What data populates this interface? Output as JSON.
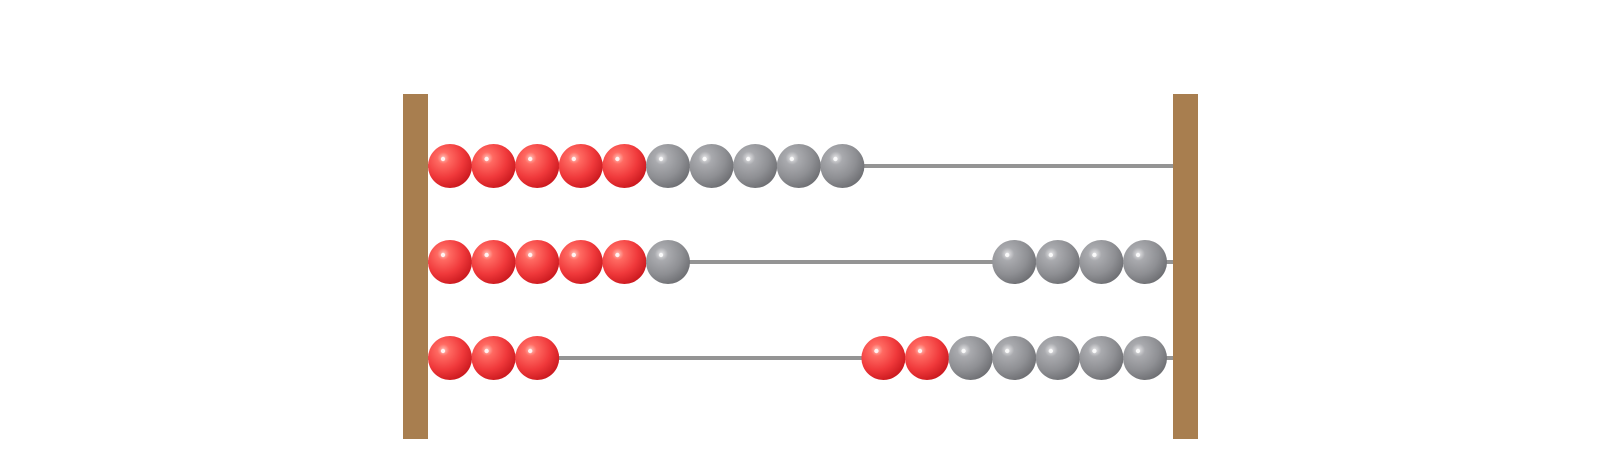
{
  "colors": {
    "frame": "#A87E4F",
    "rod": "#949494",
    "bead_red": "#F0393B",
    "bead_gray": "#8E8F93",
    "background": "#FFFFFF"
  },
  "abacus": {
    "rows": [
      {
        "left_beads": [
          "red",
          "red",
          "red",
          "red",
          "red",
          "gray",
          "gray",
          "gray",
          "gray",
          "gray"
        ],
        "right_beads": []
      },
      {
        "left_beads": [
          "red",
          "red",
          "red",
          "red",
          "red",
          "gray"
        ],
        "right_beads": [
          "gray",
          "gray",
          "gray",
          "gray"
        ]
      },
      {
        "left_beads": [
          "red",
          "red",
          "red"
        ],
        "right_beads": [
          "red",
          "red",
          "gray",
          "gray",
          "gray",
          "gray",
          "gray"
        ]
      }
    ]
  }
}
